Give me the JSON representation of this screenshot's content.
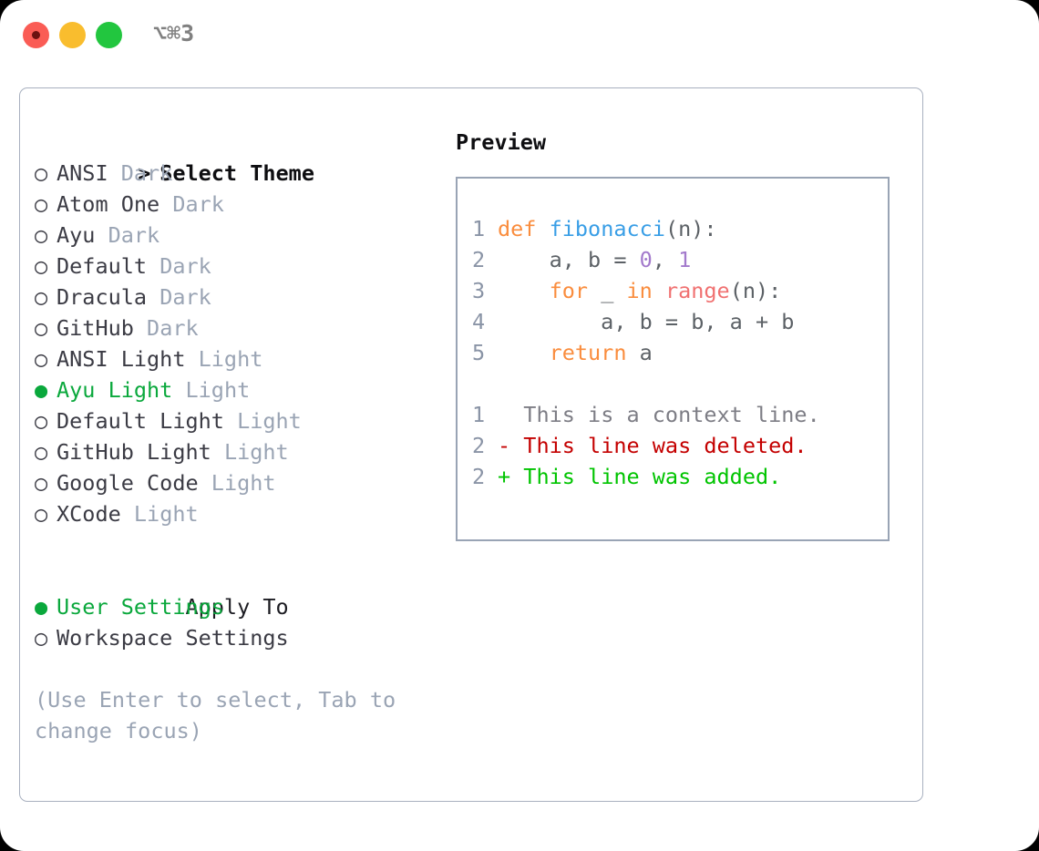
{
  "window": {
    "shortcut_label": "⌥⌘3",
    "traffic_lights": [
      "close-red",
      "minimize-yellow",
      "maximize-green"
    ]
  },
  "theme_panel": {
    "header": {
      "marker": ">",
      "label": "Select Theme"
    },
    "items": [
      {
        "marker": "○",
        "name": "ANSI",
        "badge": "Dark",
        "selected": false
      },
      {
        "marker": "○",
        "name": "Atom One",
        "badge": "Dark",
        "selected": false
      },
      {
        "marker": "○",
        "name": "Ayu",
        "badge": "Dark",
        "selected": false
      },
      {
        "marker": "○",
        "name": "Default",
        "badge": "Dark",
        "selected": false
      },
      {
        "marker": "○",
        "name": "Dracula",
        "badge": "Dark",
        "selected": false
      },
      {
        "marker": "○",
        "name": "GitHub",
        "badge": "Dark",
        "selected": false
      },
      {
        "marker": "○",
        "name": "ANSI Light",
        "badge": "Light",
        "selected": false
      },
      {
        "marker": "●",
        "name": "Ayu Light",
        "badge": "Light",
        "selected": true
      },
      {
        "marker": "○",
        "name": "Default Light",
        "badge": "Light",
        "selected": false
      },
      {
        "marker": "○",
        "name": "GitHub Light",
        "badge": "Light",
        "selected": false
      },
      {
        "marker": "○",
        "name": "Google Code",
        "badge": "Light",
        "selected": false
      },
      {
        "marker": "○",
        "name": "XCode",
        "badge": "Light",
        "selected": false
      }
    ]
  },
  "apply_to": {
    "label": "Apply To",
    "options": [
      {
        "marker": "●",
        "label": "User Settings",
        "selected": true
      },
      {
        "marker": "○",
        "label": "Workspace Settings",
        "selected": false
      }
    ]
  },
  "hint": "(Use Enter to select, Tab to change focus)",
  "preview": {
    "title": "Preview",
    "code_lines": [
      {
        "no": "1",
        "tokens": [
          {
            "t": "def",
            "c": "kw"
          },
          {
            "t": " ",
            "c": "plain"
          },
          {
            "t": "fibonacci",
            "c": "fn"
          },
          {
            "t": "(n):",
            "c": "plain"
          }
        ]
      },
      {
        "no": "2",
        "tokens": [
          {
            "t": "    a, b = ",
            "c": "plain"
          },
          {
            "t": "0",
            "c": "num"
          },
          {
            "t": ", ",
            "c": "plain"
          },
          {
            "t": "1",
            "c": "num"
          }
        ]
      },
      {
        "no": "3",
        "tokens": [
          {
            "t": "    ",
            "c": "plain"
          },
          {
            "t": "for",
            "c": "kw"
          },
          {
            "t": " _ ",
            "c": "plain"
          },
          {
            "t": "in",
            "c": "kw"
          },
          {
            "t": " ",
            "c": "plain"
          },
          {
            "t": "range",
            "c": "builtin"
          },
          {
            "t": "(n):",
            "c": "plain"
          }
        ]
      },
      {
        "no": "4",
        "tokens": [
          {
            "t": "        a, b = b, a + b",
            "c": "plain"
          }
        ]
      },
      {
        "no": "5",
        "tokens": [
          {
            "t": "    ",
            "c": "plain"
          },
          {
            "t": "return",
            "c": "kw"
          },
          {
            "t": " a",
            "c": "plain"
          }
        ]
      }
    ],
    "diff_lines": [
      {
        "no": "1",
        "sign": " ",
        "text": " This is a context line.",
        "kind": "context"
      },
      {
        "no": "2",
        "sign": "-",
        "text": " This line was deleted.",
        "kind": "deleted"
      },
      {
        "no": "2",
        "sign": "+",
        "text": " This line was added.",
        "kind": "added"
      }
    ]
  },
  "colors": {
    "accent_green": "#0aa83c",
    "muted": "#9aa4b4",
    "keyword": "#fa8d3e",
    "function": "#399ee6",
    "number": "#a37acc",
    "builtin": "#f07171",
    "diff_deleted": "#c40000",
    "diff_added": "#00c400",
    "border": "#a8b0bf"
  }
}
